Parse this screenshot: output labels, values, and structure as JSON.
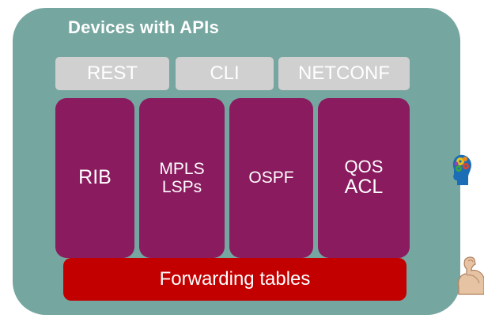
{
  "panel": {
    "title": "Devices with APIs"
  },
  "api_tabs": [
    "REST",
    "CLI",
    "NETCONF"
  ],
  "modules": [
    {
      "lines": [
        "RIB"
      ]
    },
    {
      "lines": [
        "MPLS",
        "LSPs"
      ]
    },
    {
      "lines": [
        "OSPF"
      ]
    },
    {
      "lines": [
        "QOS",
        "ACL"
      ]
    }
  ],
  "forwarding": {
    "label": "Forwarding tables"
  },
  "icons": [
    "brain-gears-icon",
    "flexed-arm-icon"
  ],
  "colors": {
    "panel": "#75a69f",
    "api_tab": "#d0d0d0",
    "module": "#8a1b5f",
    "forwarding": "#c20000"
  }
}
